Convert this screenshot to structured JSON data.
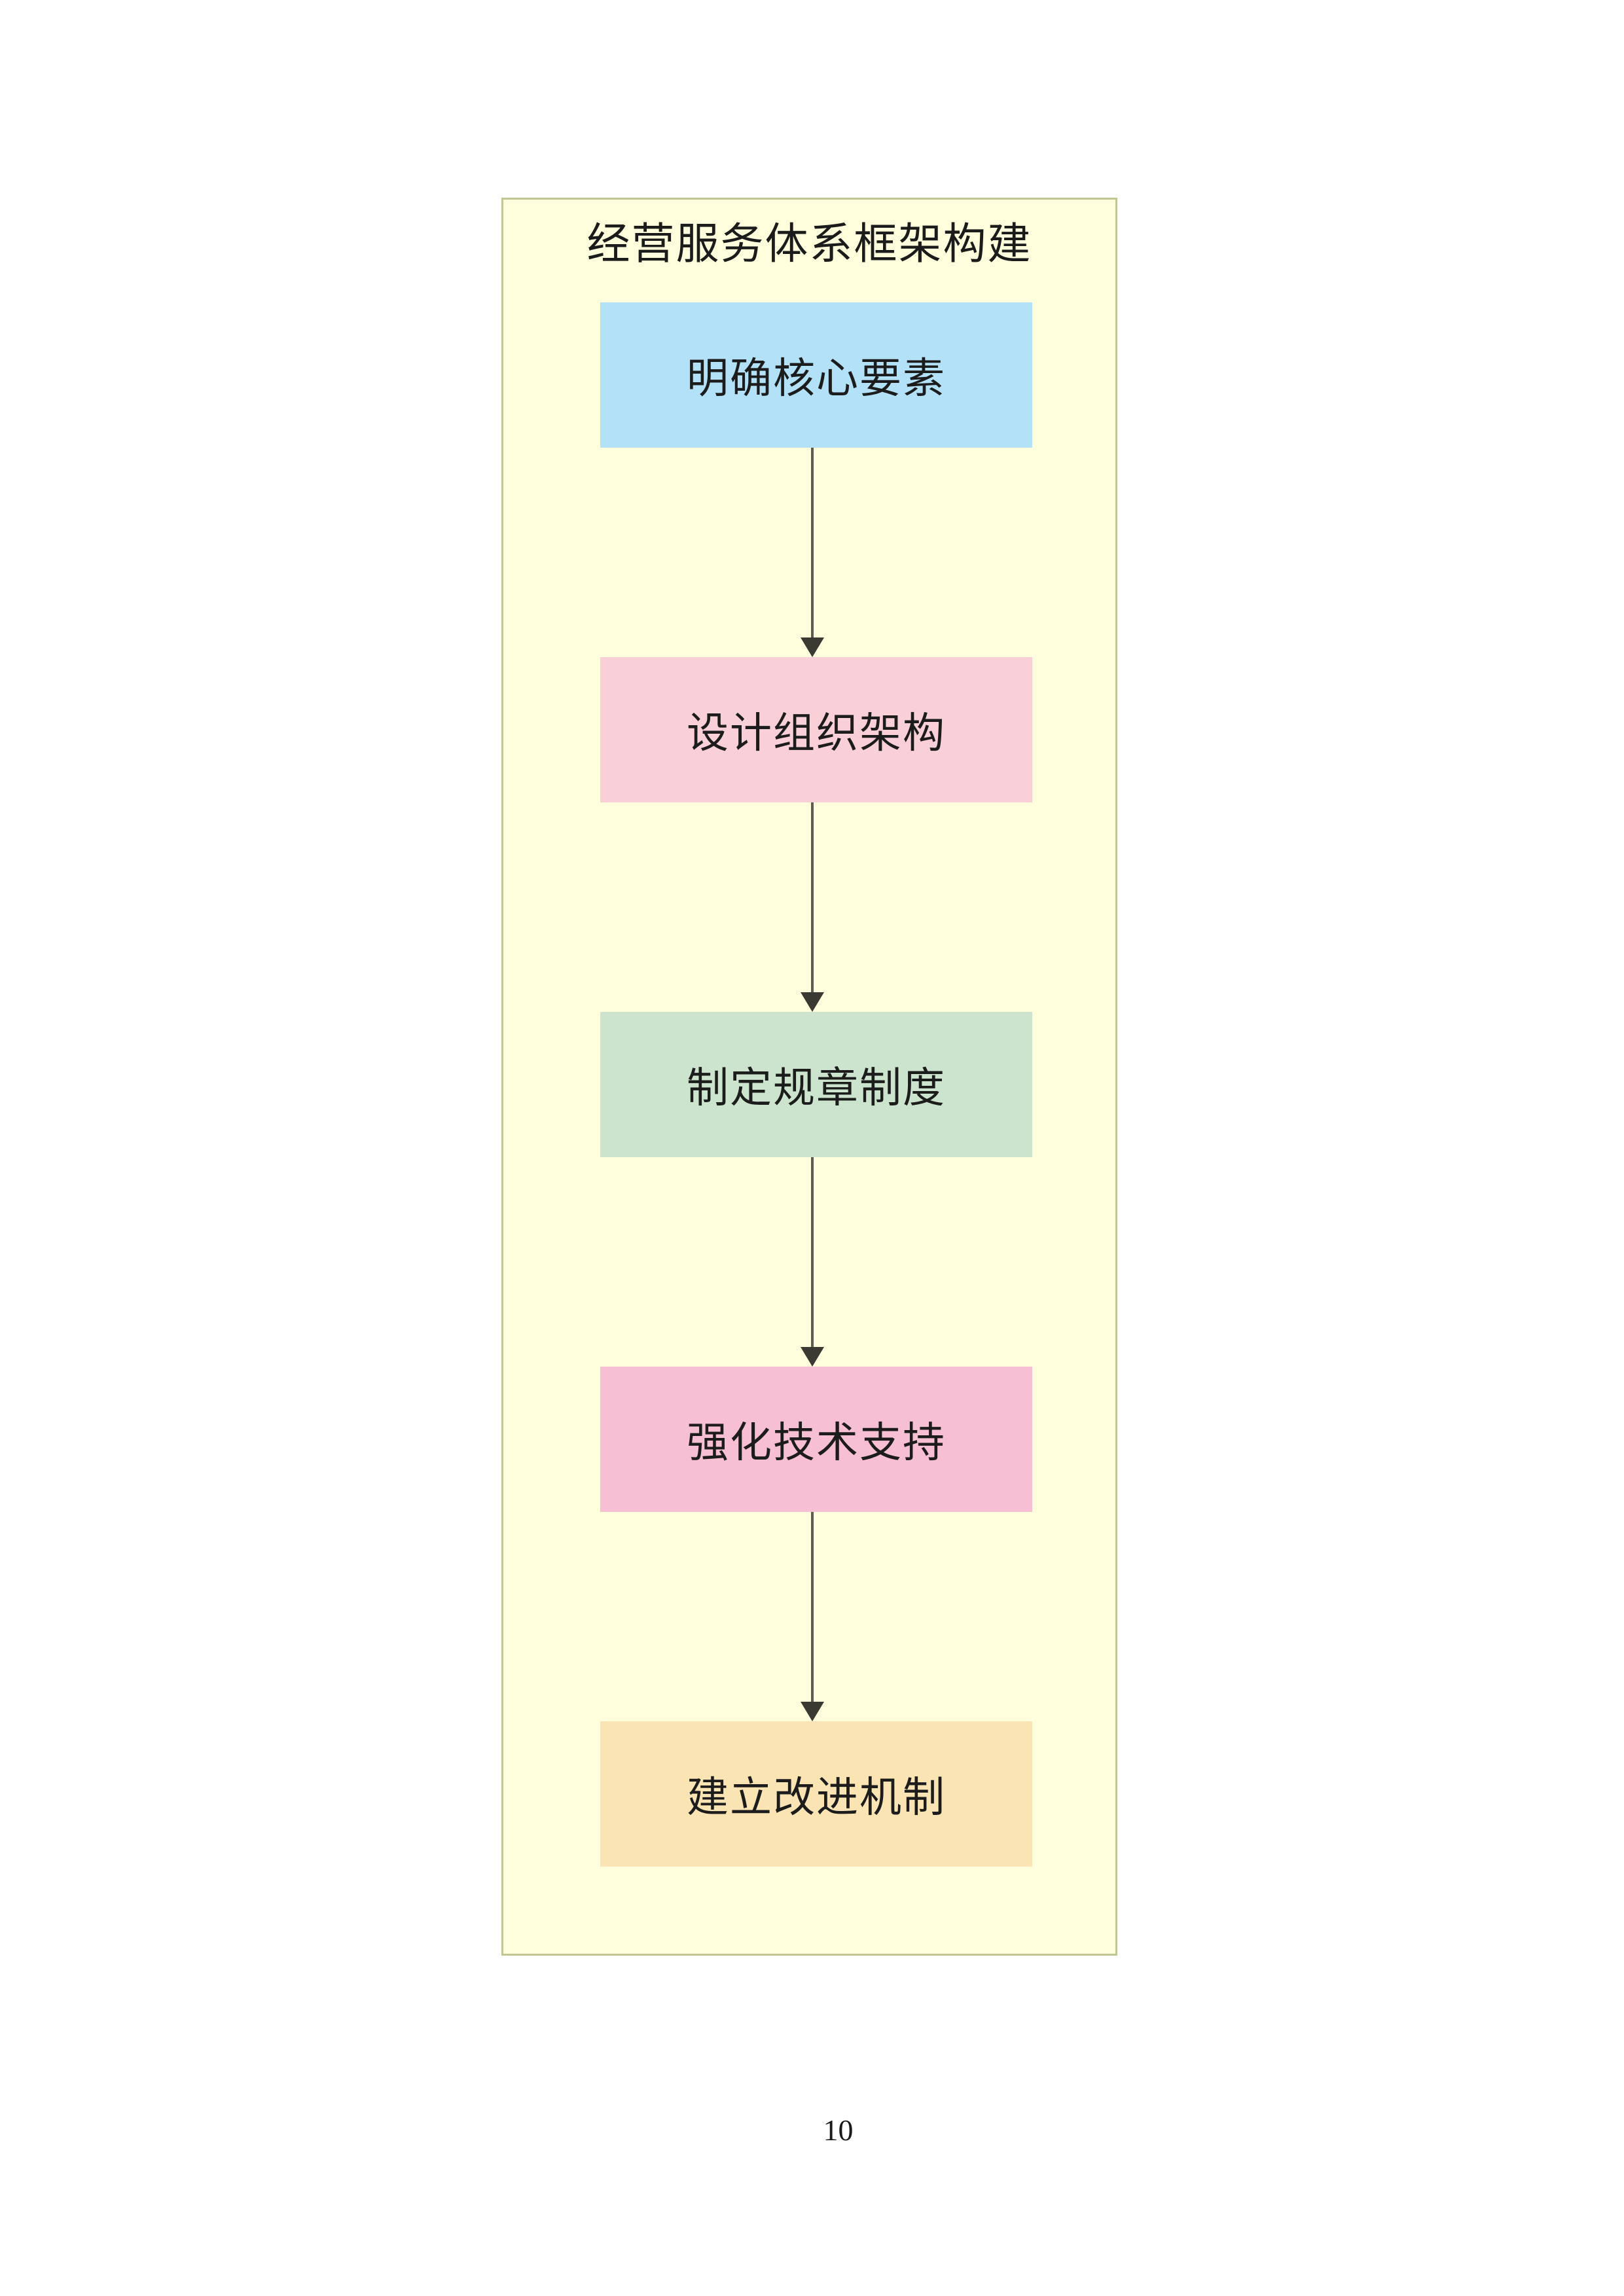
{
  "page": {
    "number": "10",
    "background": "#FFFFFF"
  },
  "diagram": {
    "title": "经营服务体系框架构建",
    "steps": [
      {
        "id": "clarify-core-elements",
        "label": "明确核心要素",
        "color": "#B2E1F8"
      },
      {
        "id": "design-org-structure",
        "label": "设计组织架构",
        "color": "#FAD0D8"
      },
      {
        "id": "formulate-rules",
        "label": "制定规章制度",
        "color": "#CCE4CD"
      },
      {
        "id": "strengthen-tech-support",
        "label": "强化技术支持",
        "color": "#F7BFD3"
      },
      {
        "id": "establish-improvement-mech",
        "label": "建立改进机制",
        "color": "#FAE4B4"
      }
    ],
    "colors": {
      "container_bg": "#FFFFDE",
      "container_border": "#C0C792",
      "arrow_shaft": "#5D5D52",
      "arrow_head": "#3A3A32",
      "step_text": "#1C1C1C",
      "title_text": "#1B1B1B"
    }
  }
}
